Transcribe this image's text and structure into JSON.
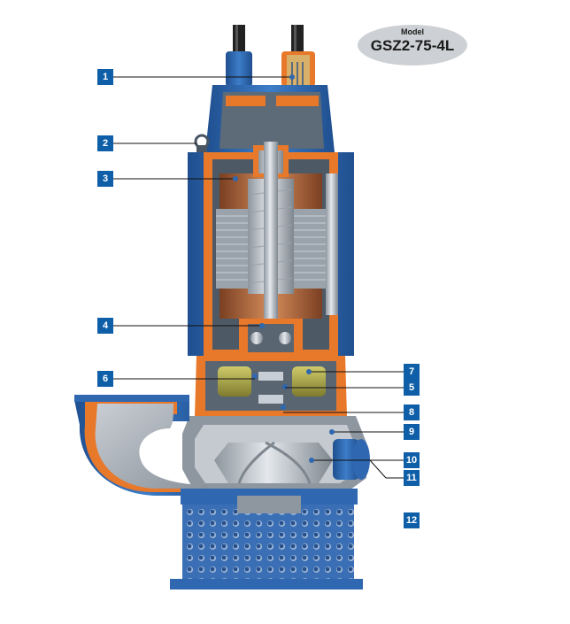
{
  "badge": {
    "label": "Model",
    "model": "GSZ2-75-4L"
  },
  "callouts": [
    {
      "num": "1",
      "side": "left"
    },
    {
      "num": "2",
      "side": "left"
    },
    {
      "num": "3",
      "side": "left"
    },
    {
      "num": "4",
      "side": "left"
    },
    {
      "num": "6",
      "side": "left"
    },
    {
      "num": "7",
      "side": "right"
    },
    {
      "num": "5",
      "side": "right"
    },
    {
      "num": "8",
      "side": "right"
    },
    {
      "num": "9",
      "side": "right"
    },
    {
      "num": "10",
      "side": "right"
    },
    {
      "num": "11",
      "side": "right"
    },
    {
      "num": "12",
      "side": "right"
    }
  ],
  "colors": {
    "casing_blue": "#2f67b0",
    "casing_orange": "#e8782a",
    "steel_gray": "#b7bec6",
    "copper": "#b8703f",
    "callout_blue": "#0f5fa8",
    "oil_yellow": "#a9a64a"
  }
}
